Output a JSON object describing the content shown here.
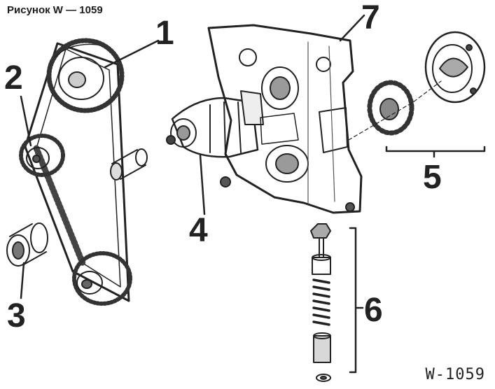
{
  "figure": {
    "caption": "Рисунок W — 1059",
    "code": "W-1059",
    "colors": {
      "ink": "#222222",
      "paper": "#ffffff",
      "shade": "#8a8a8a"
    }
  },
  "callouts": [
    {
      "id": "1",
      "label": "1"
    },
    {
      "id": "2",
      "label": "2"
    },
    {
      "id": "3",
      "label": "3"
    },
    {
      "id": "4",
      "label": "4"
    },
    {
      "id": "5",
      "label": "5"
    },
    {
      "id": "6",
      "label": "6"
    },
    {
      "id": "7",
      "label": "7"
    }
  ]
}
